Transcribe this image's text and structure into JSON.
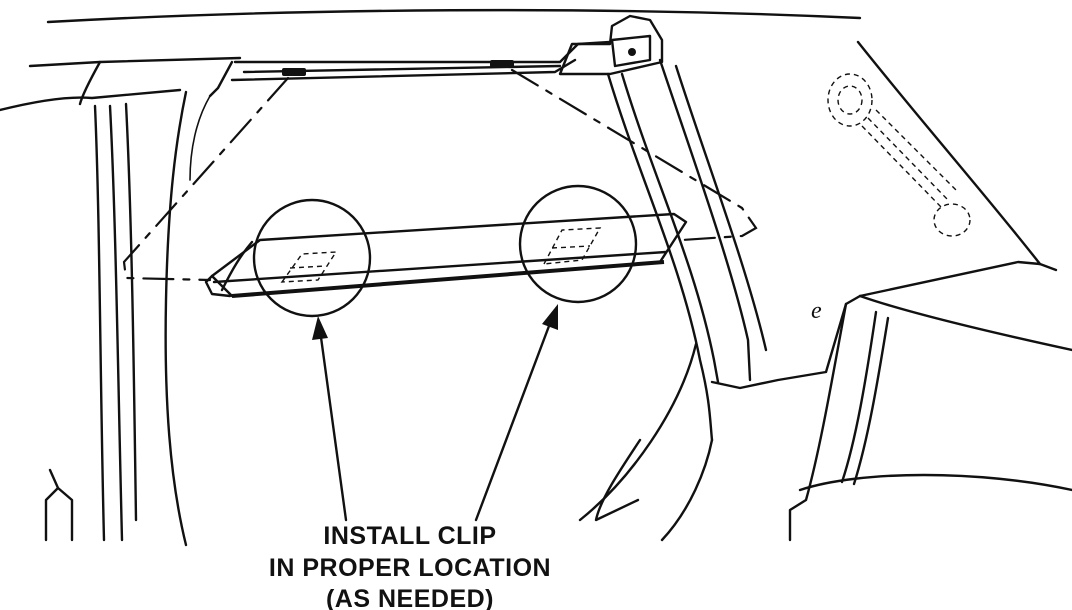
{
  "diagram": {
    "callout": {
      "line1": "INSTALL CLIP",
      "line2": "IN PROPER LOCATION",
      "line3": "(AS NEEDED)"
    },
    "reference_letter": "e"
  }
}
